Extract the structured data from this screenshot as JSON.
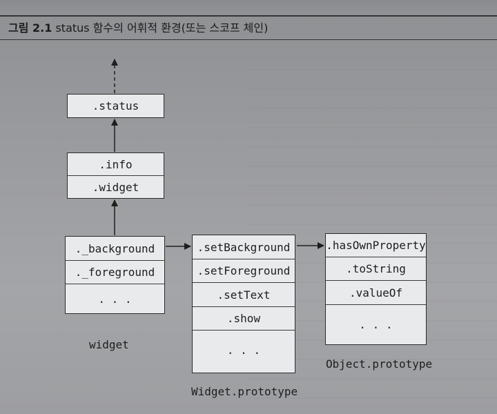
{
  "caption": {
    "number": "그림 2.1",
    "text": "status 함수의 어휘적 환경(또는 스코프 체인)"
  },
  "diagram": {
    "status_box": {
      "items": [
        ".status"
      ]
    },
    "info_box": {
      "items": [
        ".info",
        ".widget"
      ]
    },
    "widget_box": {
      "items": [
        "._background",
        "._foreground",
        ". . ."
      ],
      "label": "widget"
    },
    "widget_prototype_box": {
      "items": [
        ".setBackground",
        ".setForeground",
        ".setText",
        ".show",
        ". . ."
      ],
      "label": "Widget.prototype"
    },
    "object_prototype_box": {
      "items": [
        ".hasOwnProperty",
        ".toString",
        ".valueOf",
        ". . ."
      ],
      "label": "Object.prototype"
    }
  },
  "colors": {
    "box_fill": "#e9eaec",
    "line": "#2a2a2a",
    "background": "#9a9b9e"
  }
}
